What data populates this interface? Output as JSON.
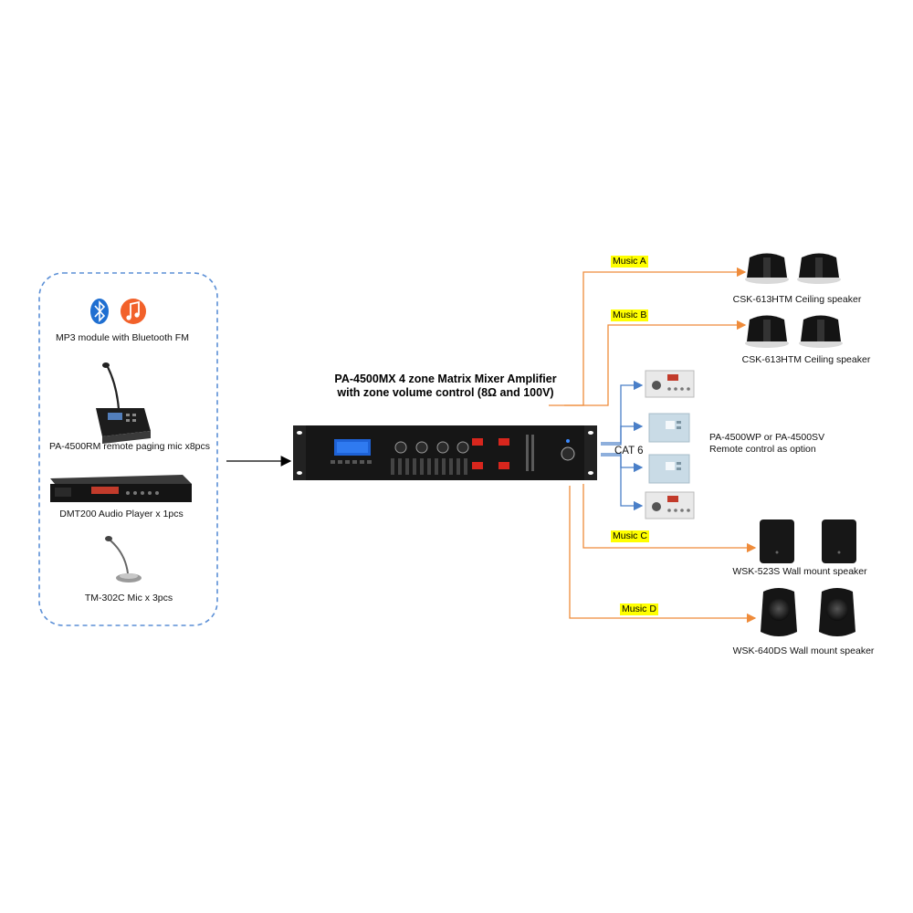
{
  "title": {
    "line1": "PA-4500MX 4 zone Matrix Mixer Amplifier",
    "line2": "with zone volume control (8Ω and 100V)"
  },
  "sources": [
    {
      "label": "MP3 module with Bluetooth FM",
      "icons": [
        "bluetooth-icon",
        "music-note-icon"
      ]
    },
    {
      "label": "PA-4500RM remote paging mic x8pcs"
    },
    {
      "label": "DMT200 Audio Player x 1pcs"
    },
    {
      "label": "TM-302C Mic x 3pcs"
    }
  ],
  "outputs": {
    "music_a": {
      "tag": "Music A",
      "label": "CSK-613HTM Ceiling speaker"
    },
    "music_b": {
      "tag": "Music B",
      "label": "CSK-613HTM Ceiling speaker"
    },
    "music_c": {
      "tag": "Music C",
      "label": "WSK-523S Wall mount speaker"
    },
    "music_d": {
      "tag": "Music D",
      "label": "WSK-640DS Wall mount speaker"
    }
  },
  "remote": {
    "cable_label": "CAT 6",
    "line1": "PA-4500WP or PA-4500SV",
    "line2": "Remote control as option"
  },
  "colors": {
    "orange_line": "#ef8b3a",
    "blue_line": "#4a7fc8",
    "dashed_border": "#5b8fd6",
    "highlight": "#ffff00",
    "device_body": "#1b1b1b"
  }
}
